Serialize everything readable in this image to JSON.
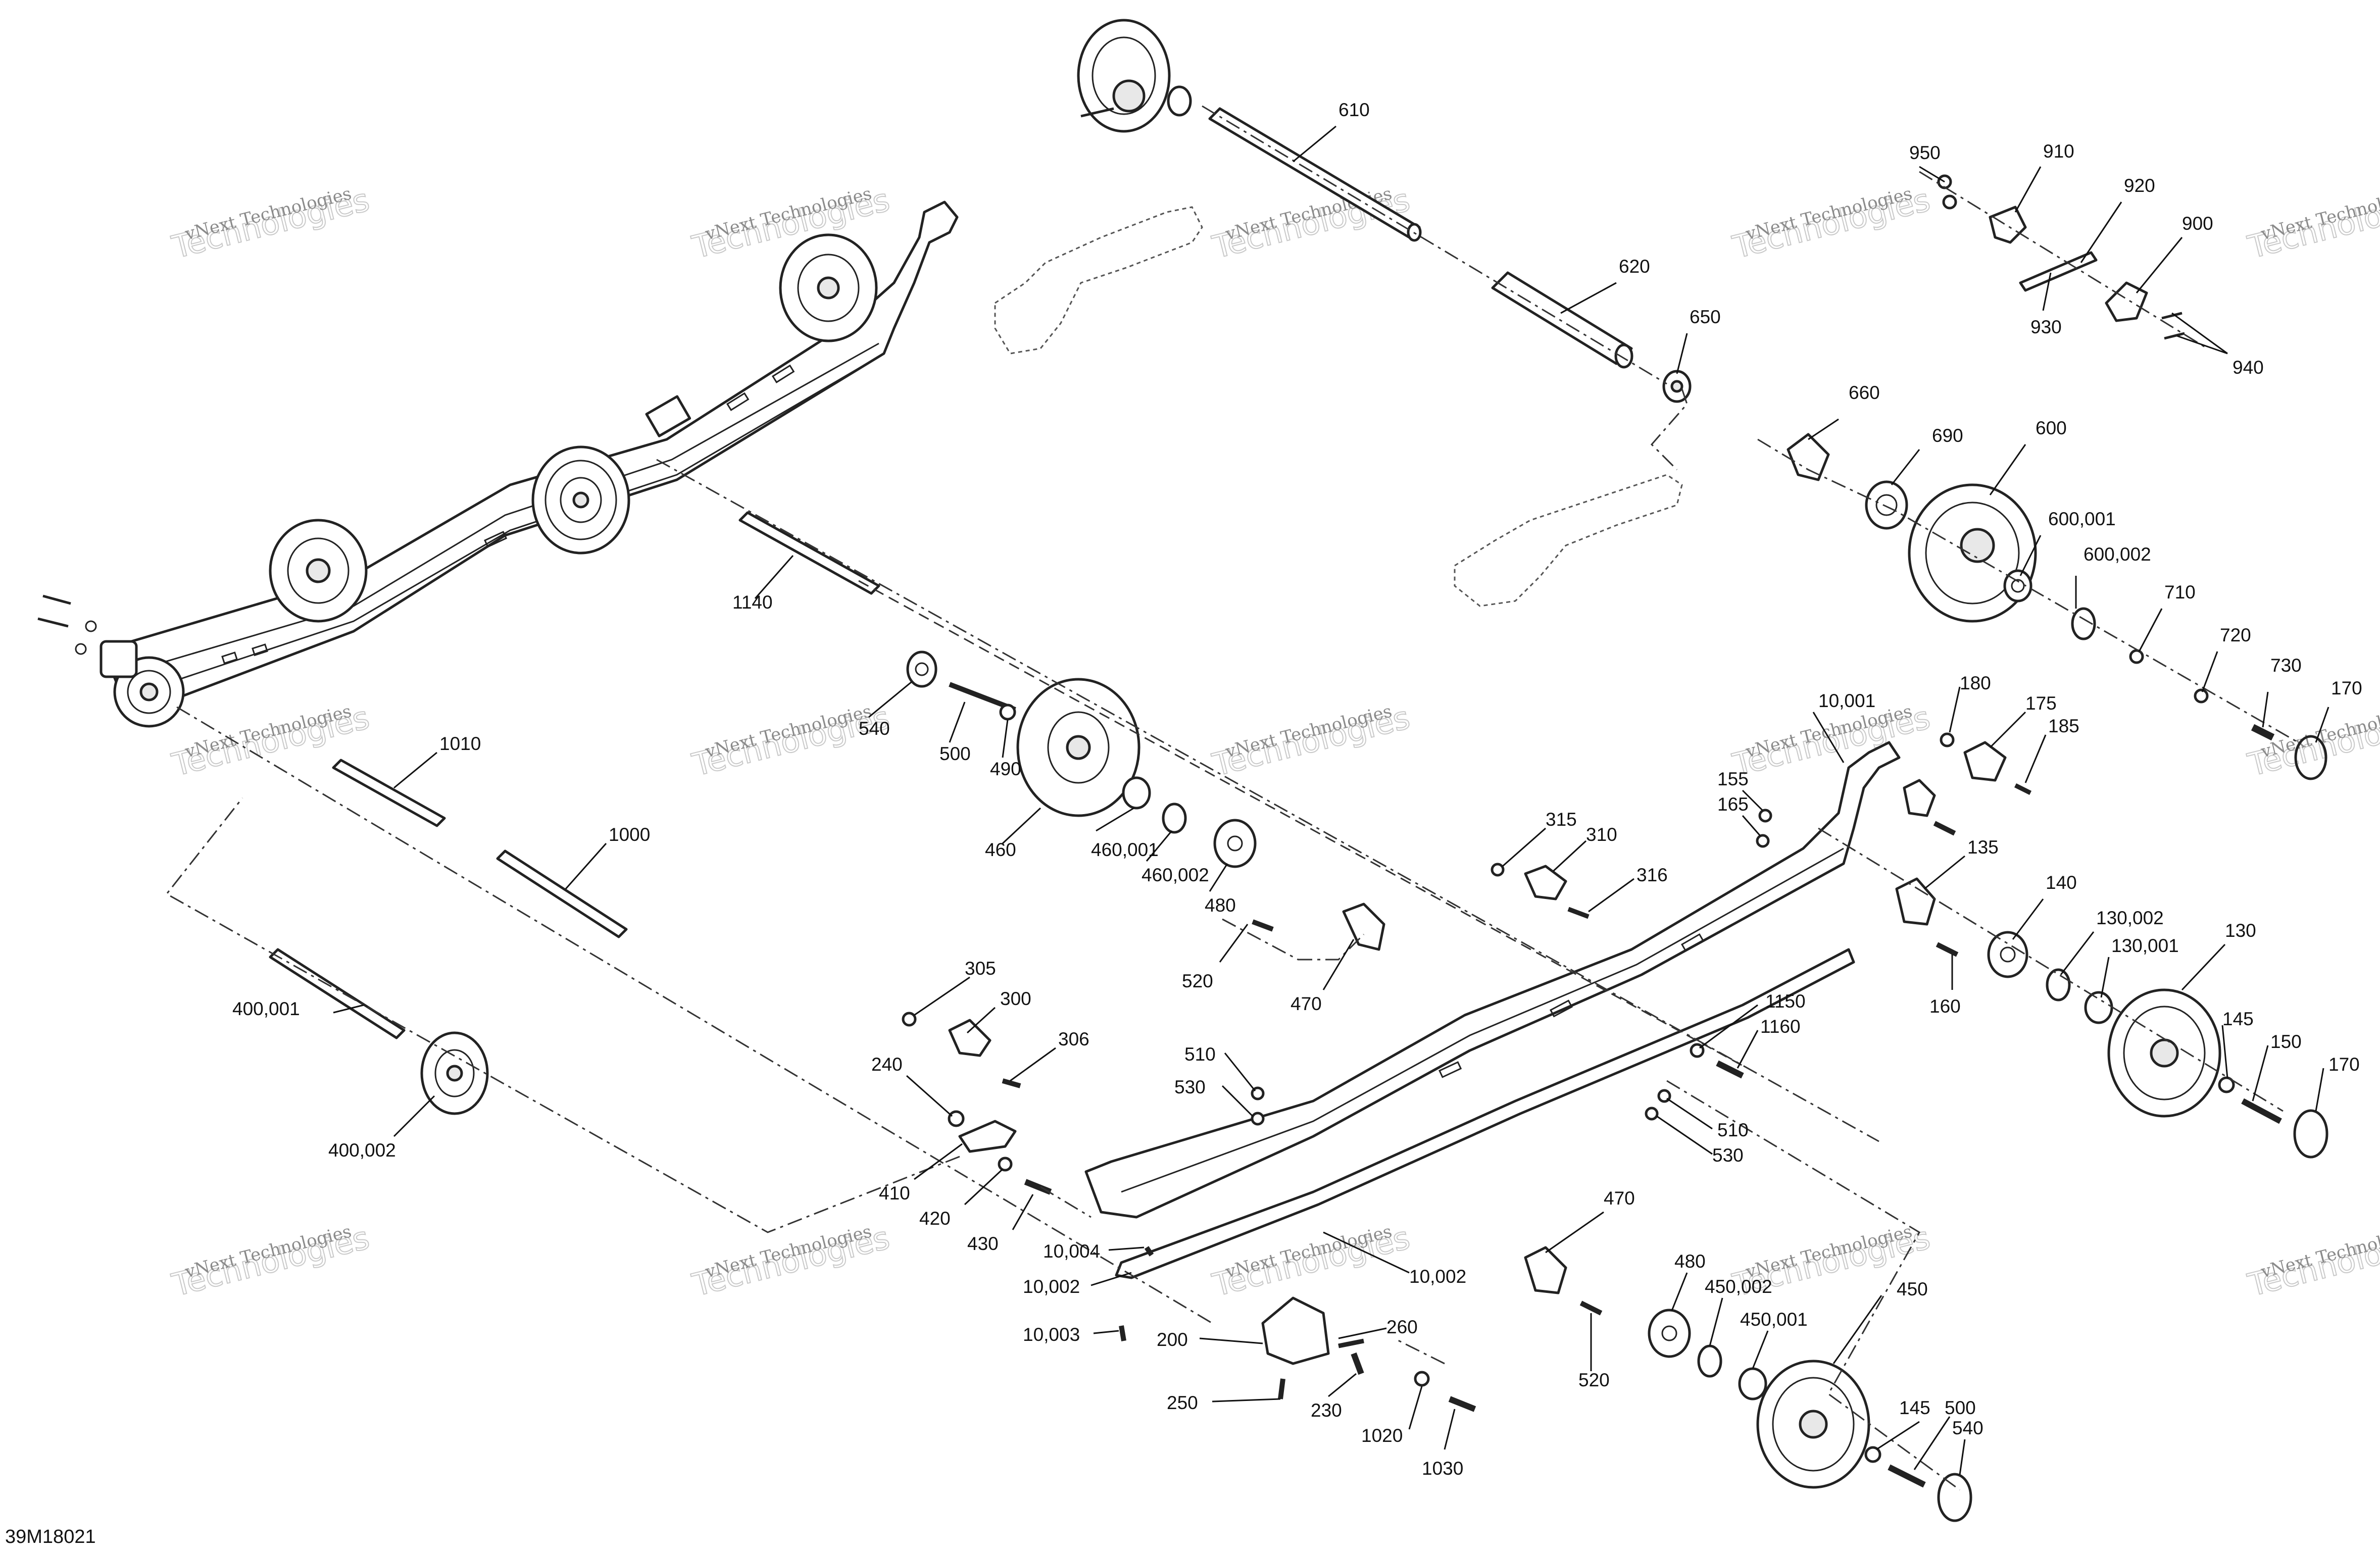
{
  "diagram_code": "39M18021",
  "watermark": {
    "line1": "vNext Technologies",
    "line2": "Technologies"
  },
  "callouts": [
    {
      "id": "c610",
      "label": "610"
    },
    {
      "id": "c620",
      "label": "620"
    },
    {
      "id": "c650",
      "label": "650"
    },
    {
      "id": "c950",
      "label": "950"
    },
    {
      "id": "c910",
      "label": "910"
    },
    {
      "id": "c920",
      "label": "920"
    },
    {
      "id": "c900",
      "label": "900"
    },
    {
      "id": "c930",
      "label": "930"
    },
    {
      "id": "c940",
      "label": "940"
    },
    {
      "id": "c660",
      "label": "660"
    },
    {
      "id": "c690",
      "label": "690"
    },
    {
      "id": "c600",
      "label": "600"
    },
    {
      "id": "c600001",
      "label": "600,001"
    },
    {
      "id": "c600002",
      "label": "600,002"
    },
    {
      "id": "c710",
      "label": "710"
    },
    {
      "id": "c720",
      "label": "720"
    },
    {
      "id": "c730",
      "label": "730"
    },
    {
      "id": "c170a",
      "label": "170"
    },
    {
      "id": "c1140",
      "label": "1140"
    },
    {
      "id": "c540a",
      "label": "540"
    },
    {
      "id": "c500a",
      "label": "500"
    },
    {
      "id": "c490",
      "label": "490"
    },
    {
      "id": "c460",
      "label": "460"
    },
    {
      "id": "c460001",
      "label": "460,001"
    },
    {
      "id": "c460002",
      "label": "460,002"
    },
    {
      "id": "c480a",
      "label": "480"
    },
    {
      "id": "c10001",
      "label": "10,001"
    },
    {
      "id": "c180",
      "label": "180"
    },
    {
      "id": "c175",
      "label": "175"
    },
    {
      "id": "c185",
      "label": "185"
    },
    {
      "id": "c155",
      "label": "155"
    },
    {
      "id": "c165",
      "label": "165"
    },
    {
      "id": "c315",
      "label": "315"
    },
    {
      "id": "c310",
      "label": "310"
    },
    {
      "id": "c316",
      "label": "316"
    },
    {
      "id": "c135",
      "label": "135"
    },
    {
      "id": "c140",
      "label": "140"
    },
    {
      "id": "c130002",
      "label": "130,002"
    },
    {
      "id": "c130001",
      "label": "130,001"
    },
    {
      "id": "c130",
      "label": "130"
    },
    {
      "id": "c160",
      "label": "160"
    },
    {
      "id": "c1010",
      "label": "1010"
    },
    {
      "id": "c1000",
      "label": "1000"
    },
    {
      "id": "c520a",
      "label": "520"
    },
    {
      "id": "c470a",
      "label": "470"
    },
    {
      "id": "c305",
      "label": "305"
    },
    {
      "id": "c300",
      "label": "300"
    },
    {
      "id": "c306",
      "label": "306"
    },
    {
      "id": "c400001",
      "label": "400,001"
    },
    {
      "id": "c400002",
      "label": "400,002"
    },
    {
      "id": "c240",
      "label": "240"
    },
    {
      "id": "c410",
      "label": "410"
    },
    {
      "id": "c420",
      "label": "420"
    },
    {
      "id": "c430",
      "label": "430"
    },
    {
      "id": "c510a",
      "label": "510"
    },
    {
      "id": "c530a",
      "label": "530"
    },
    {
      "id": "c1150",
      "label": "1150"
    },
    {
      "id": "c1160",
      "label": "1160"
    },
    {
      "id": "c510b",
      "label": "510"
    },
    {
      "id": "c530b",
      "label": "530"
    },
    {
      "id": "c145a",
      "label": "145"
    },
    {
      "id": "c150",
      "label": "150"
    },
    {
      "id": "c170b",
      "label": "170"
    },
    {
      "id": "c10004",
      "label": "10,004"
    },
    {
      "id": "c10002a",
      "label": "10,002"
    },
    {
      "id": "c10002b",
      "label": "10,002"
    },
    {
      "id": "c10003",
      "label": "10,003"
    },
    {
      "id": "c200",
      "label": "200"
    },
    {
      "id": "c260",
      "label": "260"
    },
    {
      "id": "c250",
      "label": "250"
    },
    {
      "id": "c230",
      "label": "230"
    },
    {
      "id": "c1020",
      "label": "1020"
    },
    {
      "id": "c1030",
      "label": "1030"
    },
    {
      "id": "c470b",
      "label": "470"
    },
    {
      "id": "c480b",
      "label": "480"
    },
    {
      "id": "c450002",
      "label": "450,002"
    },
    {
      "id": "c450001",
      "label": "450,001"
    },
    {
      "id": "c450",
      "label": "450"
    },
    {
      "id": "c520b",
      "label": "520"
    },
    {
      "id": "c145b",
      "label": "145"
    },
    {
      "id": "c500b",
      "label": "500"
    },
    {
      "id": "c540b",
      "label": "540"
    }
  ]
}
